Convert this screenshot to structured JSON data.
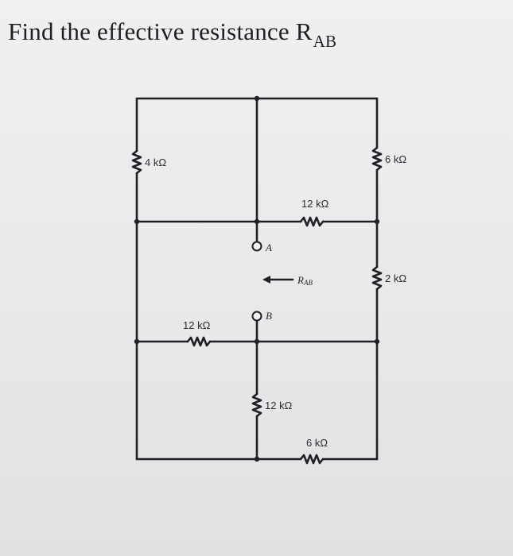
{
  "question": {
    "text": "Find the effective resistance R",
    "subscript": "AB"
  },
  "circuit": {
    "resistors": {
      "r_left_top": "4 kΩ",
      "r_right_top": "6 kΩ",
      "r_middle_horizontal": "12 kΩ",
      "r_right_middle": "2 kΩ",
      "r_left_lower": "12 kΩ",
      "r_center_lower": "12 kΩ",
      "r_bottom": "6 kΩ"
    },
    "terminals": {
      "a": "A",
      "b": "B"
    },
    "rab_label": "R",
    "rab_sub": "AB"
  }
}
